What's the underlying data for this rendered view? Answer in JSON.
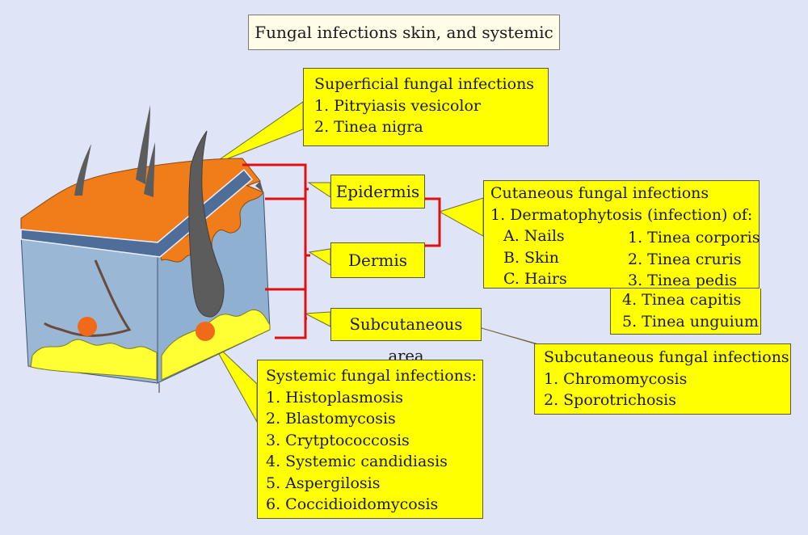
{
  "title": "Fungal infections skin, and systemic",
  "layers": {
    "epidermis": "Epidermis",
    "dermis": "Dermis",
    "subcutaneous": "Subcutaneous area"
  },
  "superficial": {
    "heading": "Superficial fungal  infections",
    "items": [
      "1. Pitryiasis vesicolor",
      "2. Tinea nigra"
    ]
  },
  "cutaneous": {
    "heading": "Cutaneous fungal infections",
    "subheading": "1. Dermatophytosis (infection) of:",
    "sites": [
      "A. Nails",
      "B. Skin",
      "C. Hairs"
    ],
    "types": [
      "1. Tinea corporis",
      "2. Tinea cruris",
      "3. Tinea pedis",
      "4. Tinea capitis",
      "5. Tinea unguium"
    ]
  },
  "subcutaneous_infections": {
    "heading": "Subcutaneous fungal infections",
    "items": [
      "1. Chromomycosis",
      "2. Sporotrichosis"
    ]
  },
  "systemic": {
    "heading": "Systemic fungal infections:",
    "items": [
      "1. Histoplasmosis",
      "2. Blastomycosis",
      "3. Crytptococcosis",
      "4. Systemic candidiasis",
      "5. Aspergilosis",
      "6. Coccidioidomycosis"
    ]
  },
  "colors": {
    "background": "#dfe4f6",
    "callout": "#ffff00",
    "epidermis": "#f07c1a",
    "dermis": "#9ab8d6",
    "fat": "#ffff33",
    "bracket": "#e01010",
    "hair": "#5c5c5c"
  }
}
